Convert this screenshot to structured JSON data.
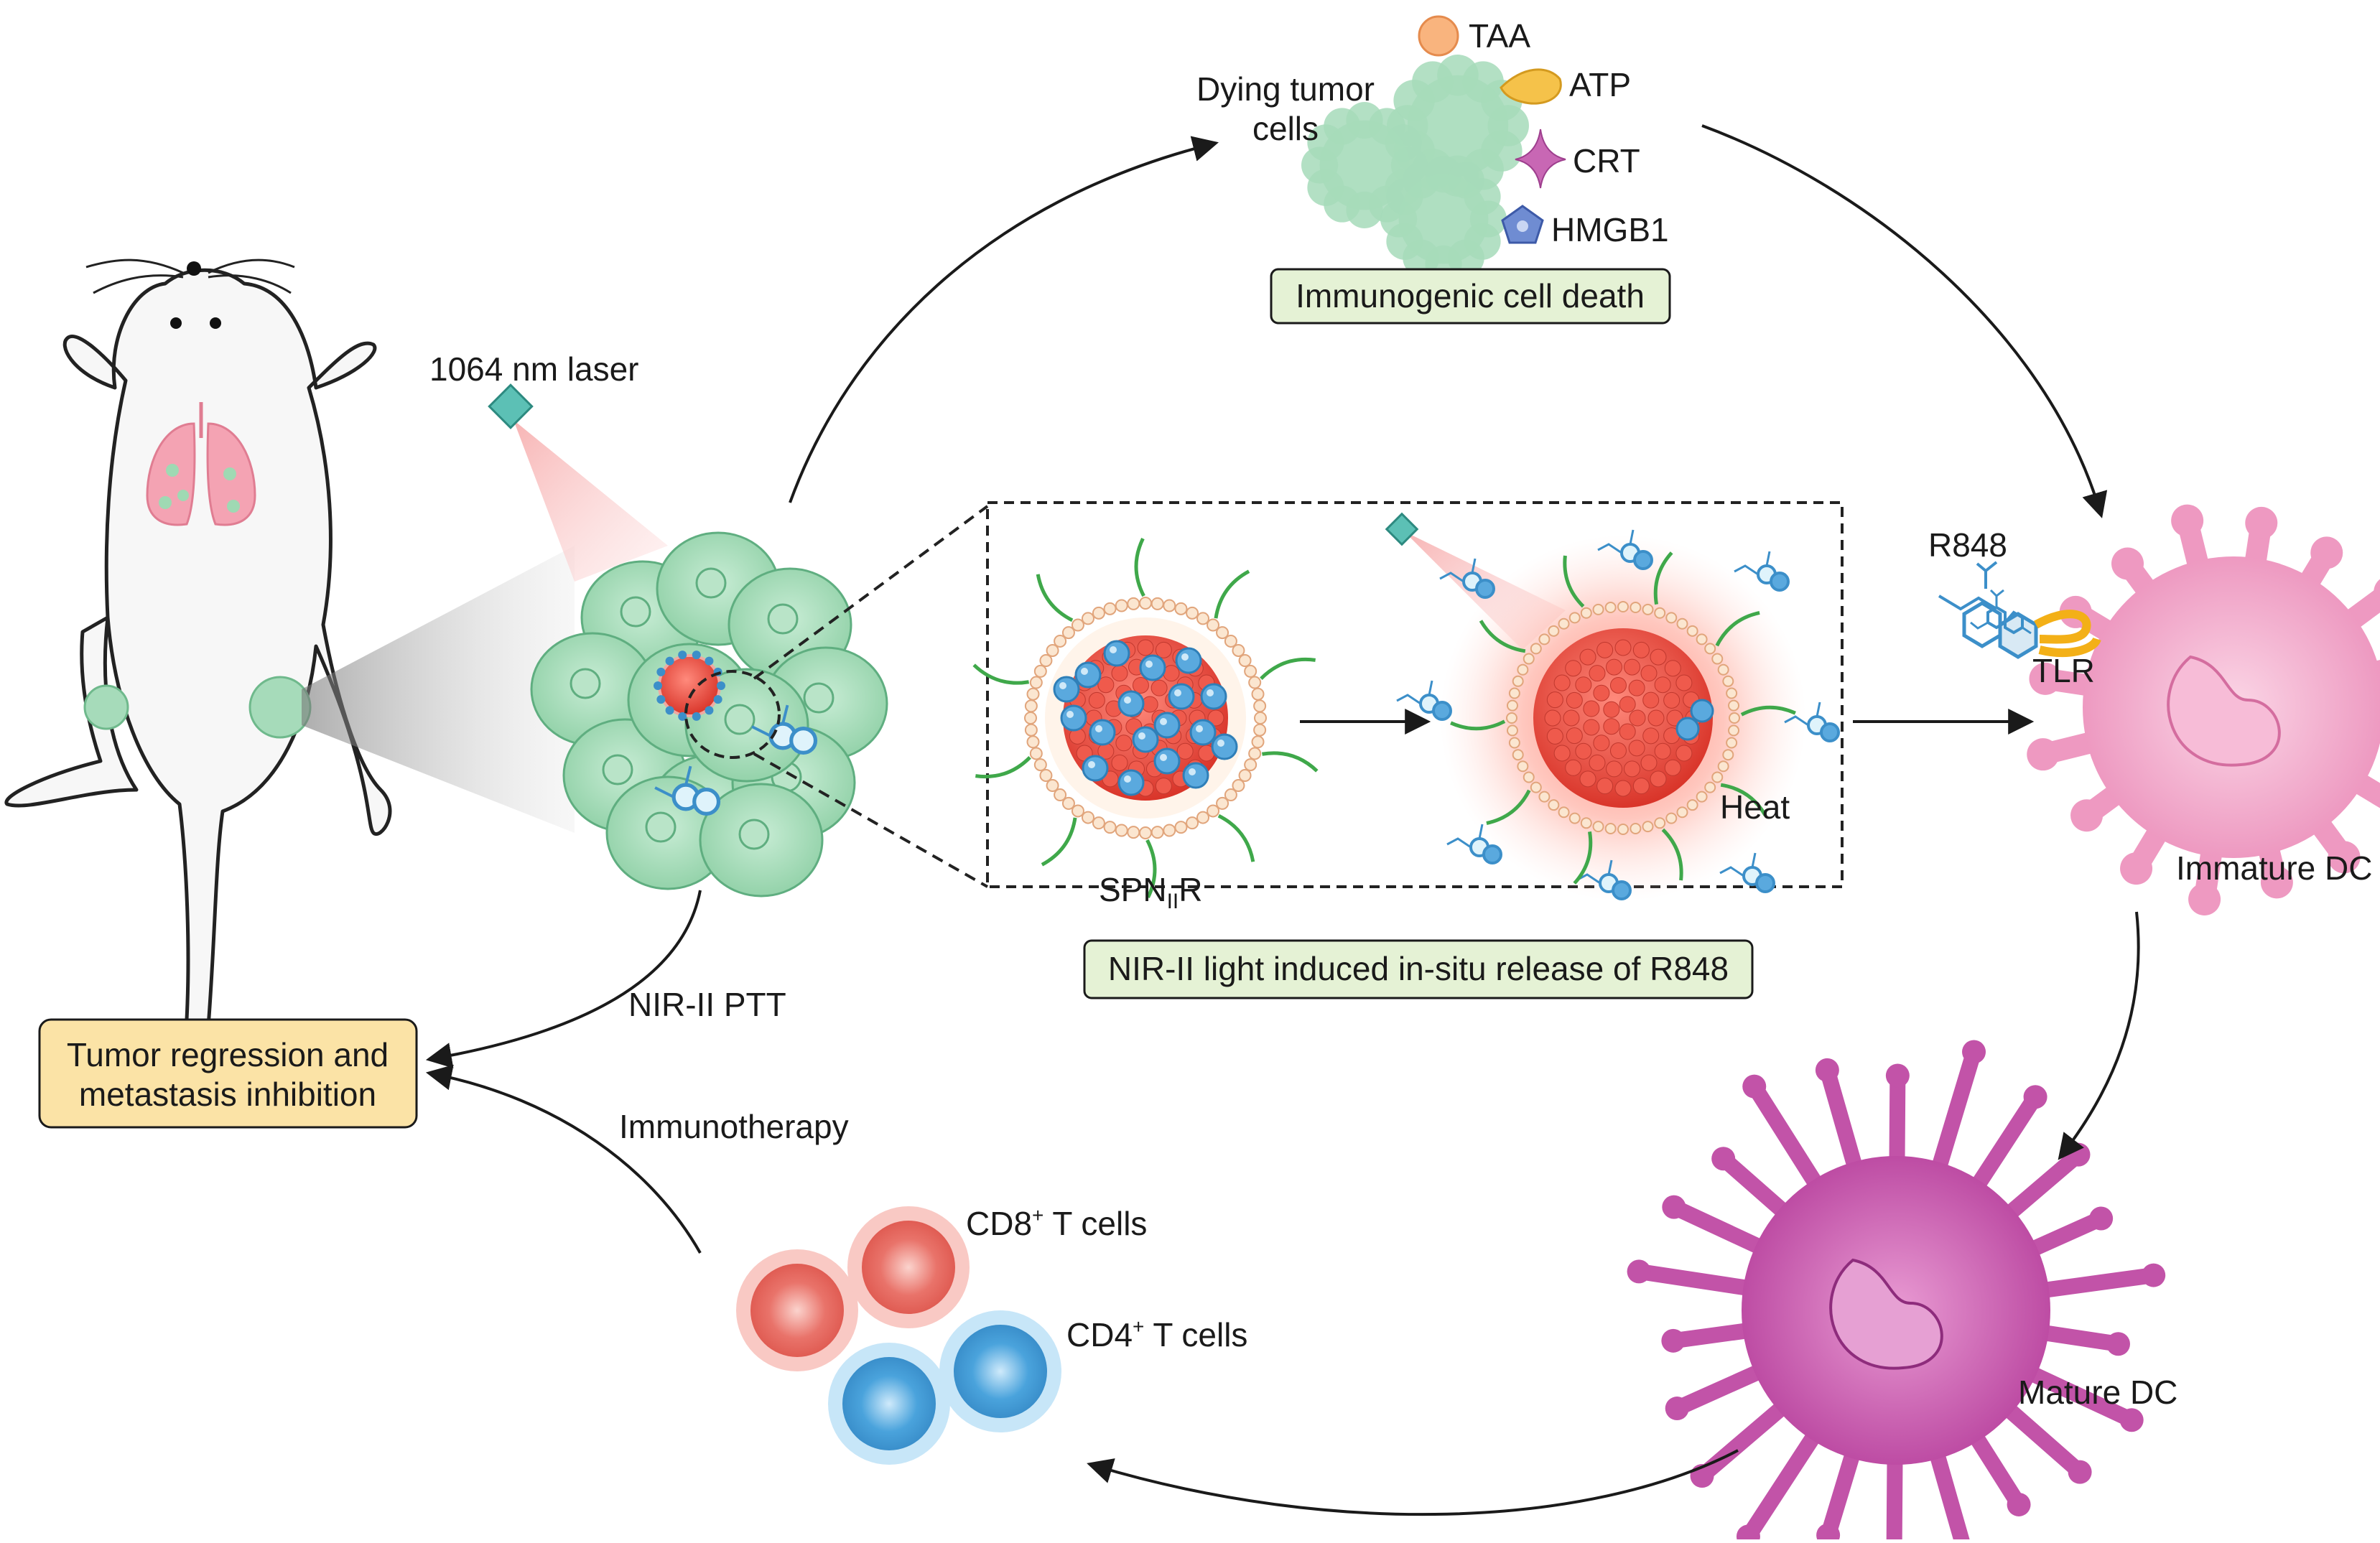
{
  "labels": {
    "laser": "1064 nm laser",
    "dying_line1": "Dying tumor",
    "dying_line2": "cells",
    "taa": "TAA",
    "atp": "ATP",
    "crt": "CRT",
    "hmgb1": "HMGB1",
    "icd_box": "Immunogenic  cell death",
    "r848": "R848",
    "tlr": "TLR",
    "immature_dc": "Immature DC",
    "mature_dc": "Mature DC",
    "spn_main": "SPN",
    "spn_sub": "II",
    "spn_end": "R",
    "heat": "Heat",
    "release_box": "NIR-II light induced in-situ release of R848",
    "ptt": "NIR-II PTT",
    "immunotherapy": "Immunotherapy",
    "outcome_line1": "Tumor regression and",
    "outcome_line2": "metastasis inhibition",
    "cd8_main": "CD8",
    "cd8_sup": "+",
    "cd8_end": " T cells",
    "cd4_main": "CD4",
    "cd4_sup": "+",
    "cd4_end": " T cells"
  },
  "colors": {
    "tumor_green": "#9fd9b3",
    "tumor_outline": "#5fae80",
    "core_red": "#e8463a",
    "r848_blue": "#3c8fc9",
    "immature_dc": "#f0a6c8",
    "mature_dc": "#c253a8",
    "cd8_red": "#e9736a",
    "cd4_blue": "#4aa3dc",
    "icd_box_fill": "#e5f2d5",
    "outcome_box_fill": "#fbe3a6",
    "laser_teal": "#5cc0b5",
    "arrow": "#1a1a1a"
  }
}
